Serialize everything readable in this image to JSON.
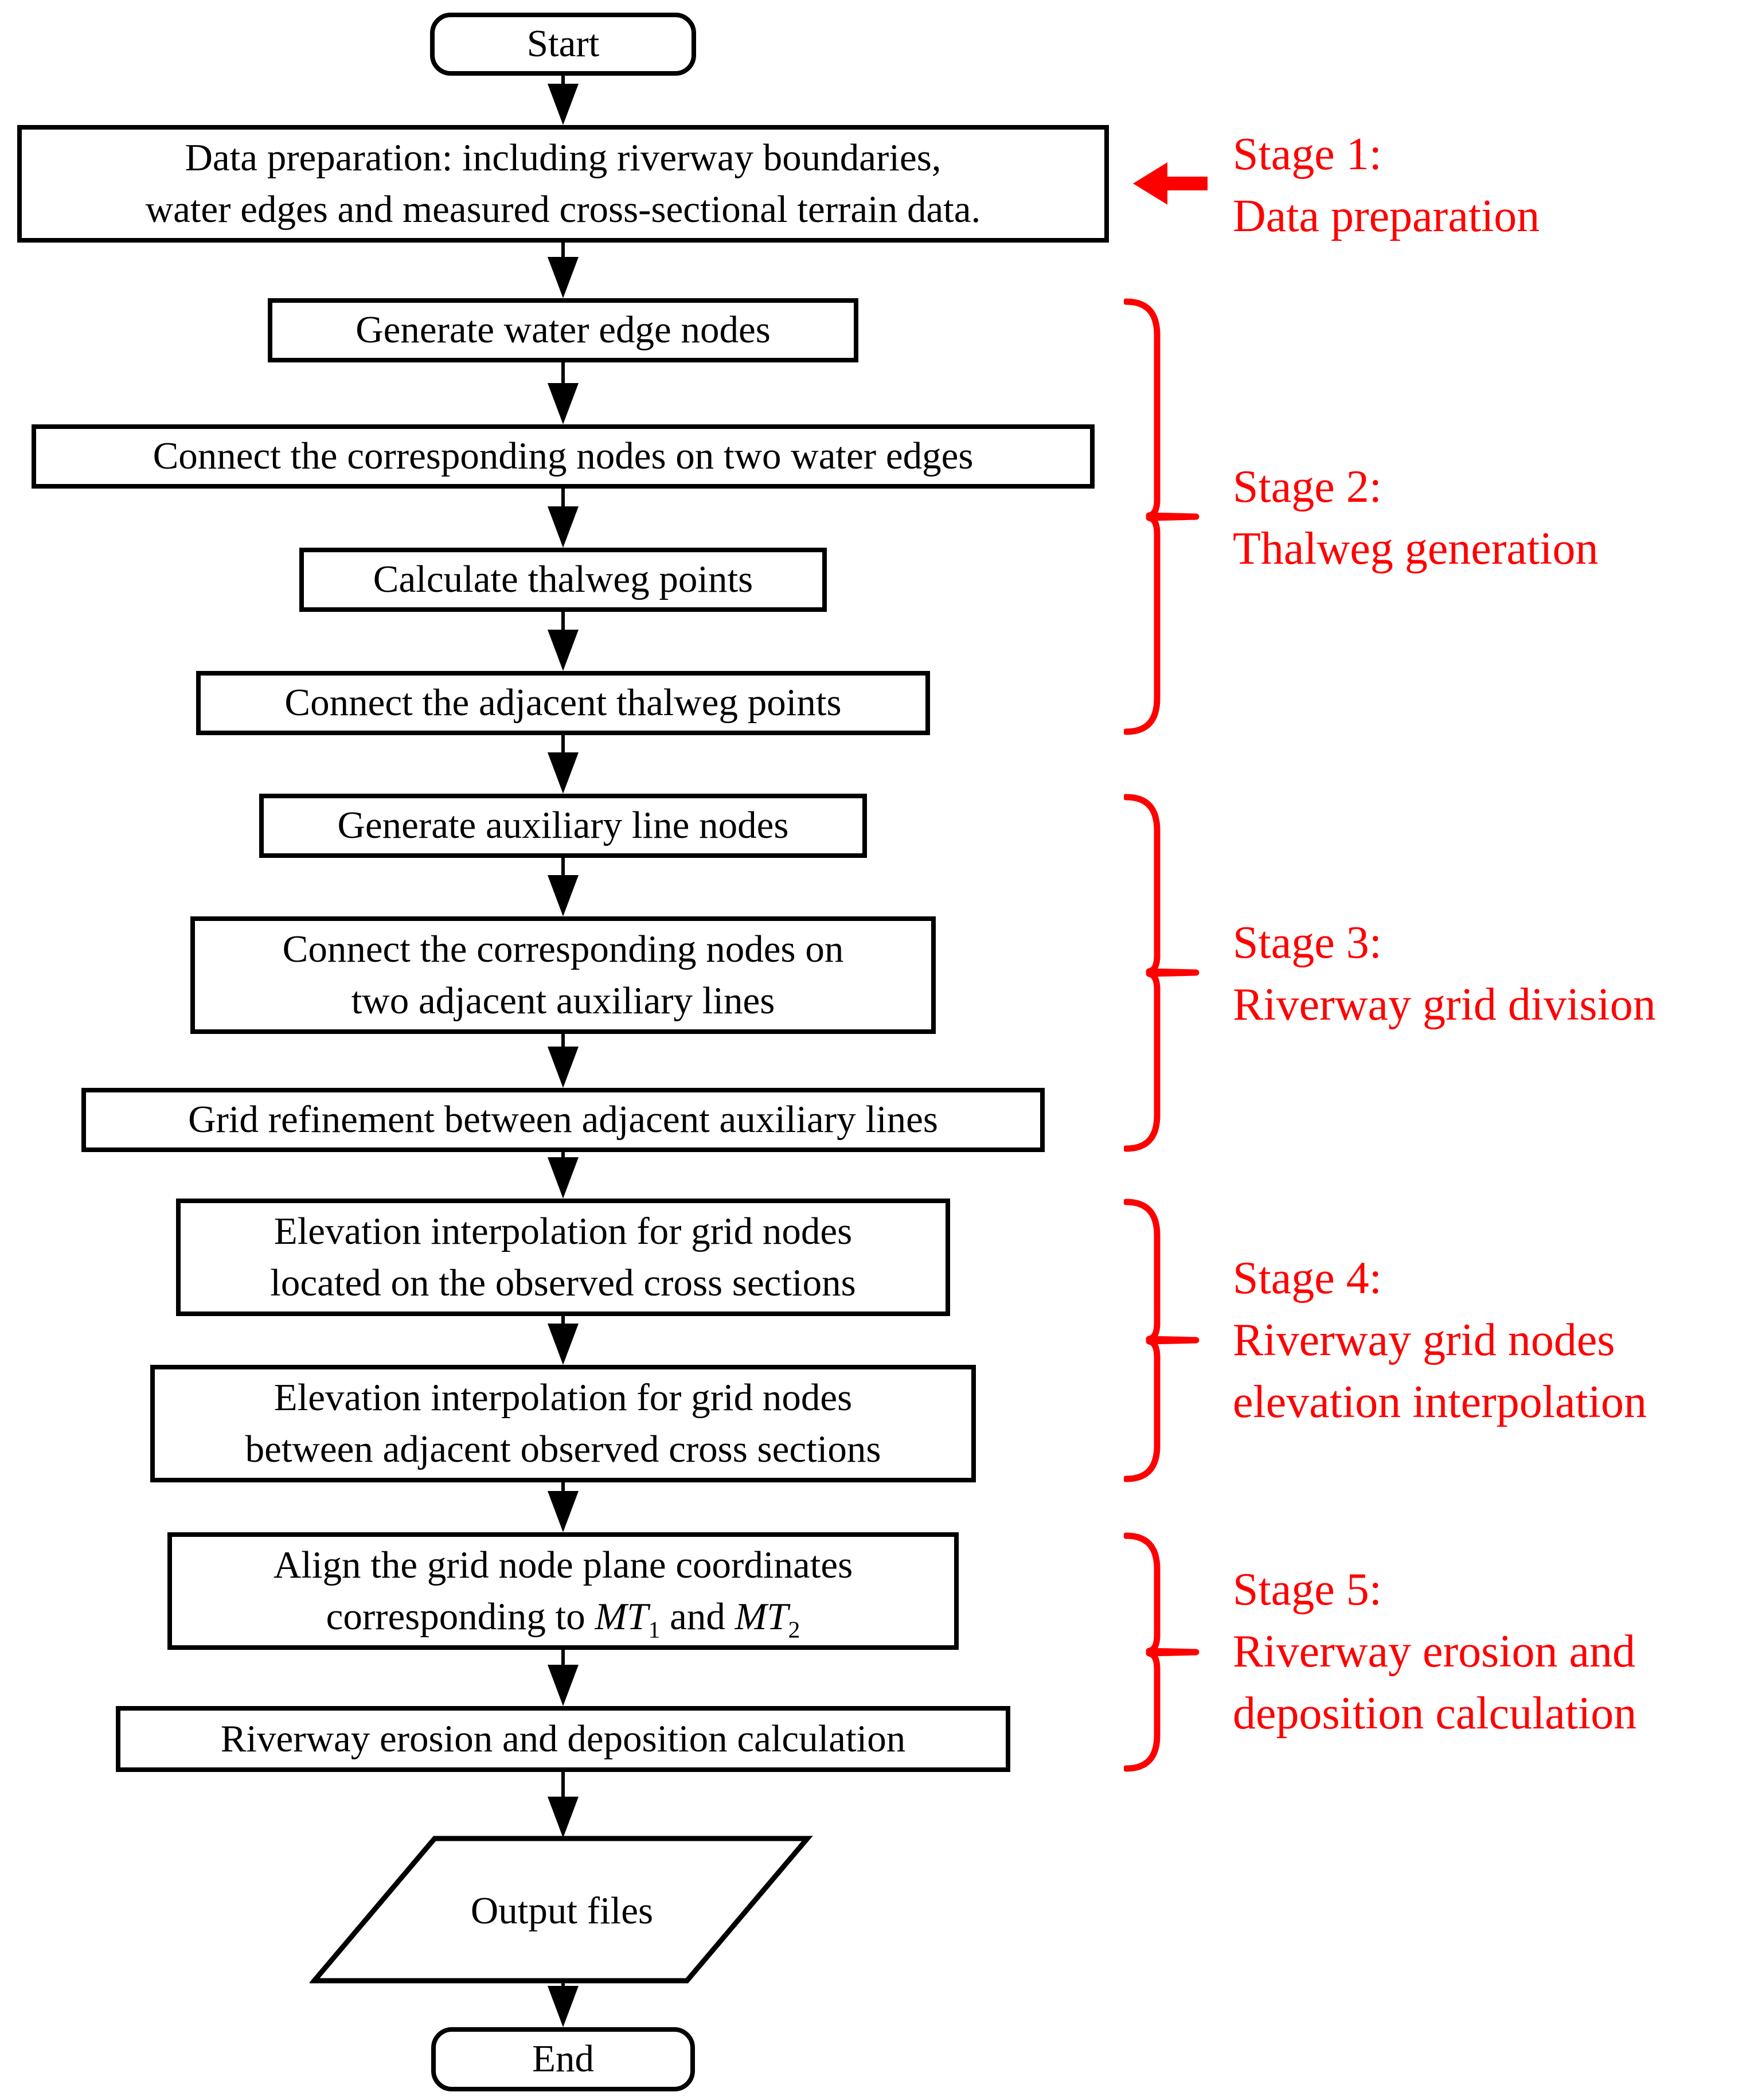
{
  "flow": {
    "start": "Start",
    "data_preparation": {
      "lines": [
        "Data preparation: including riverway boundaries,",
        "water edges and measured cross-sectional terrain data."
      ]
    },
    "generate_water_edge_nodes": "Generate water edge nodes",
    "connect_water_edge_nodes": "Connect the corresponding nodes on two water edges",
    "calculate_thalweg_points": "Calculate thalweg points",
    "connect_thalweg_points": "Connect the adjacent thalweg points",
    "generate_auxiliary_nodes": "Generate auxiliary line nodes",
    "connect_auxiliary_nodes": {
      "lines": [
        "Connect the corresponding nodes on",
        "two adjacent auxiliary lines"
      ]
    },
    "grid_refinement": "Grid refinement between adjacent auxiliary lines",
    "elevation_on_sections": {
      "lines": [
        "Elevation interpolation for grid nodes",
        "located on the observed cross sections"
      ]
    },
    "elevation_between_sections": {
      "lines": [
        "Elevation interpolation for grid nodes",
        "between adjacent observed cross sections"
      ]
    },
    "align_coordinates": {
      "line1": "Align the grid node plane coordinates",
      "parts": {
        "pre": "corresponding to ",
        "mt1": "MT",
        "sub1": "1",
        "mid": " and ",
        "mt2": "MT",
        "sub2": "2"
      }
    },
    "erosion_calculation": "Riverway erosion and deposition calculation",
    "output_files": "Output files",
    "end": "End"
  },
  "stages": [
    {
      "title": "Stage 1:",
      "lines": [
        "Data preparation"
      ]
    },
    {
      "title": "Stage 2:",
      "lines": [
        "Thalweg generation"
      ]
    },
    {
      "title": "Stage 3:",
      "lines": [
        "Riverway grid division"
      ]
    },
    {
      "title": "Stage 4:",
      "lines": [
        "Riverway grid nodes",
        "elevation interpolation"
      ]
    },
    {
      "title": "Stage 5:",
      "lines": [
        "Riverway erosion and",
        "deposition calculation"
      ]
    }
  ],
  "colors": {
    "accent": "#fe0000",
    "ink": "#000000",
    "paper": "#ffffff"
  }
}
